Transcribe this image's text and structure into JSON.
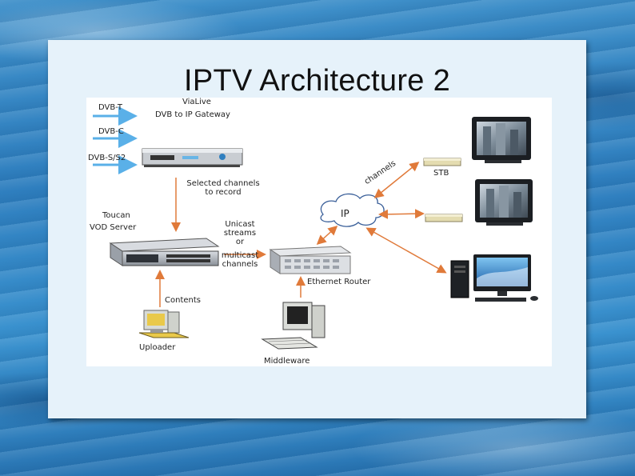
{
  "slide": {
    "title": "IPTV Architecture 2"
  },
  "diagram": {
    "inputs": [
      "DVB-T",
      "DVB-C",
      "DVB-S/S2"
    ],
    "gateway": {
      "name": "ViaLive",
      "desc": "DVB to IP Gateway"
    },
    "record_note": [
      "Selected channels",
      "to record"
    ],
    "vod_server": [
      "Toucan",
      "VOD Server"
    ],
    "stream_note": [
      "Unicast",
      "streams",
      "or",
      "multicast",
      "channels"
    ],
    "router": "Ethernet Router",
    "contents": "Contents",
    "uploader": "Uploader",
    "middleware": "Middleware",
    "cloud": "IP",
    "channels": "channels",
    "stb": "STB"
  },
  "colors": {
    "arrow_blue": "#5ab0e8",
    "arrow_orange": "#e07a3a",
    "cloud_stroke": "#3a5f99",
    "slide_bg": "#e6f2fa"
  }
}
